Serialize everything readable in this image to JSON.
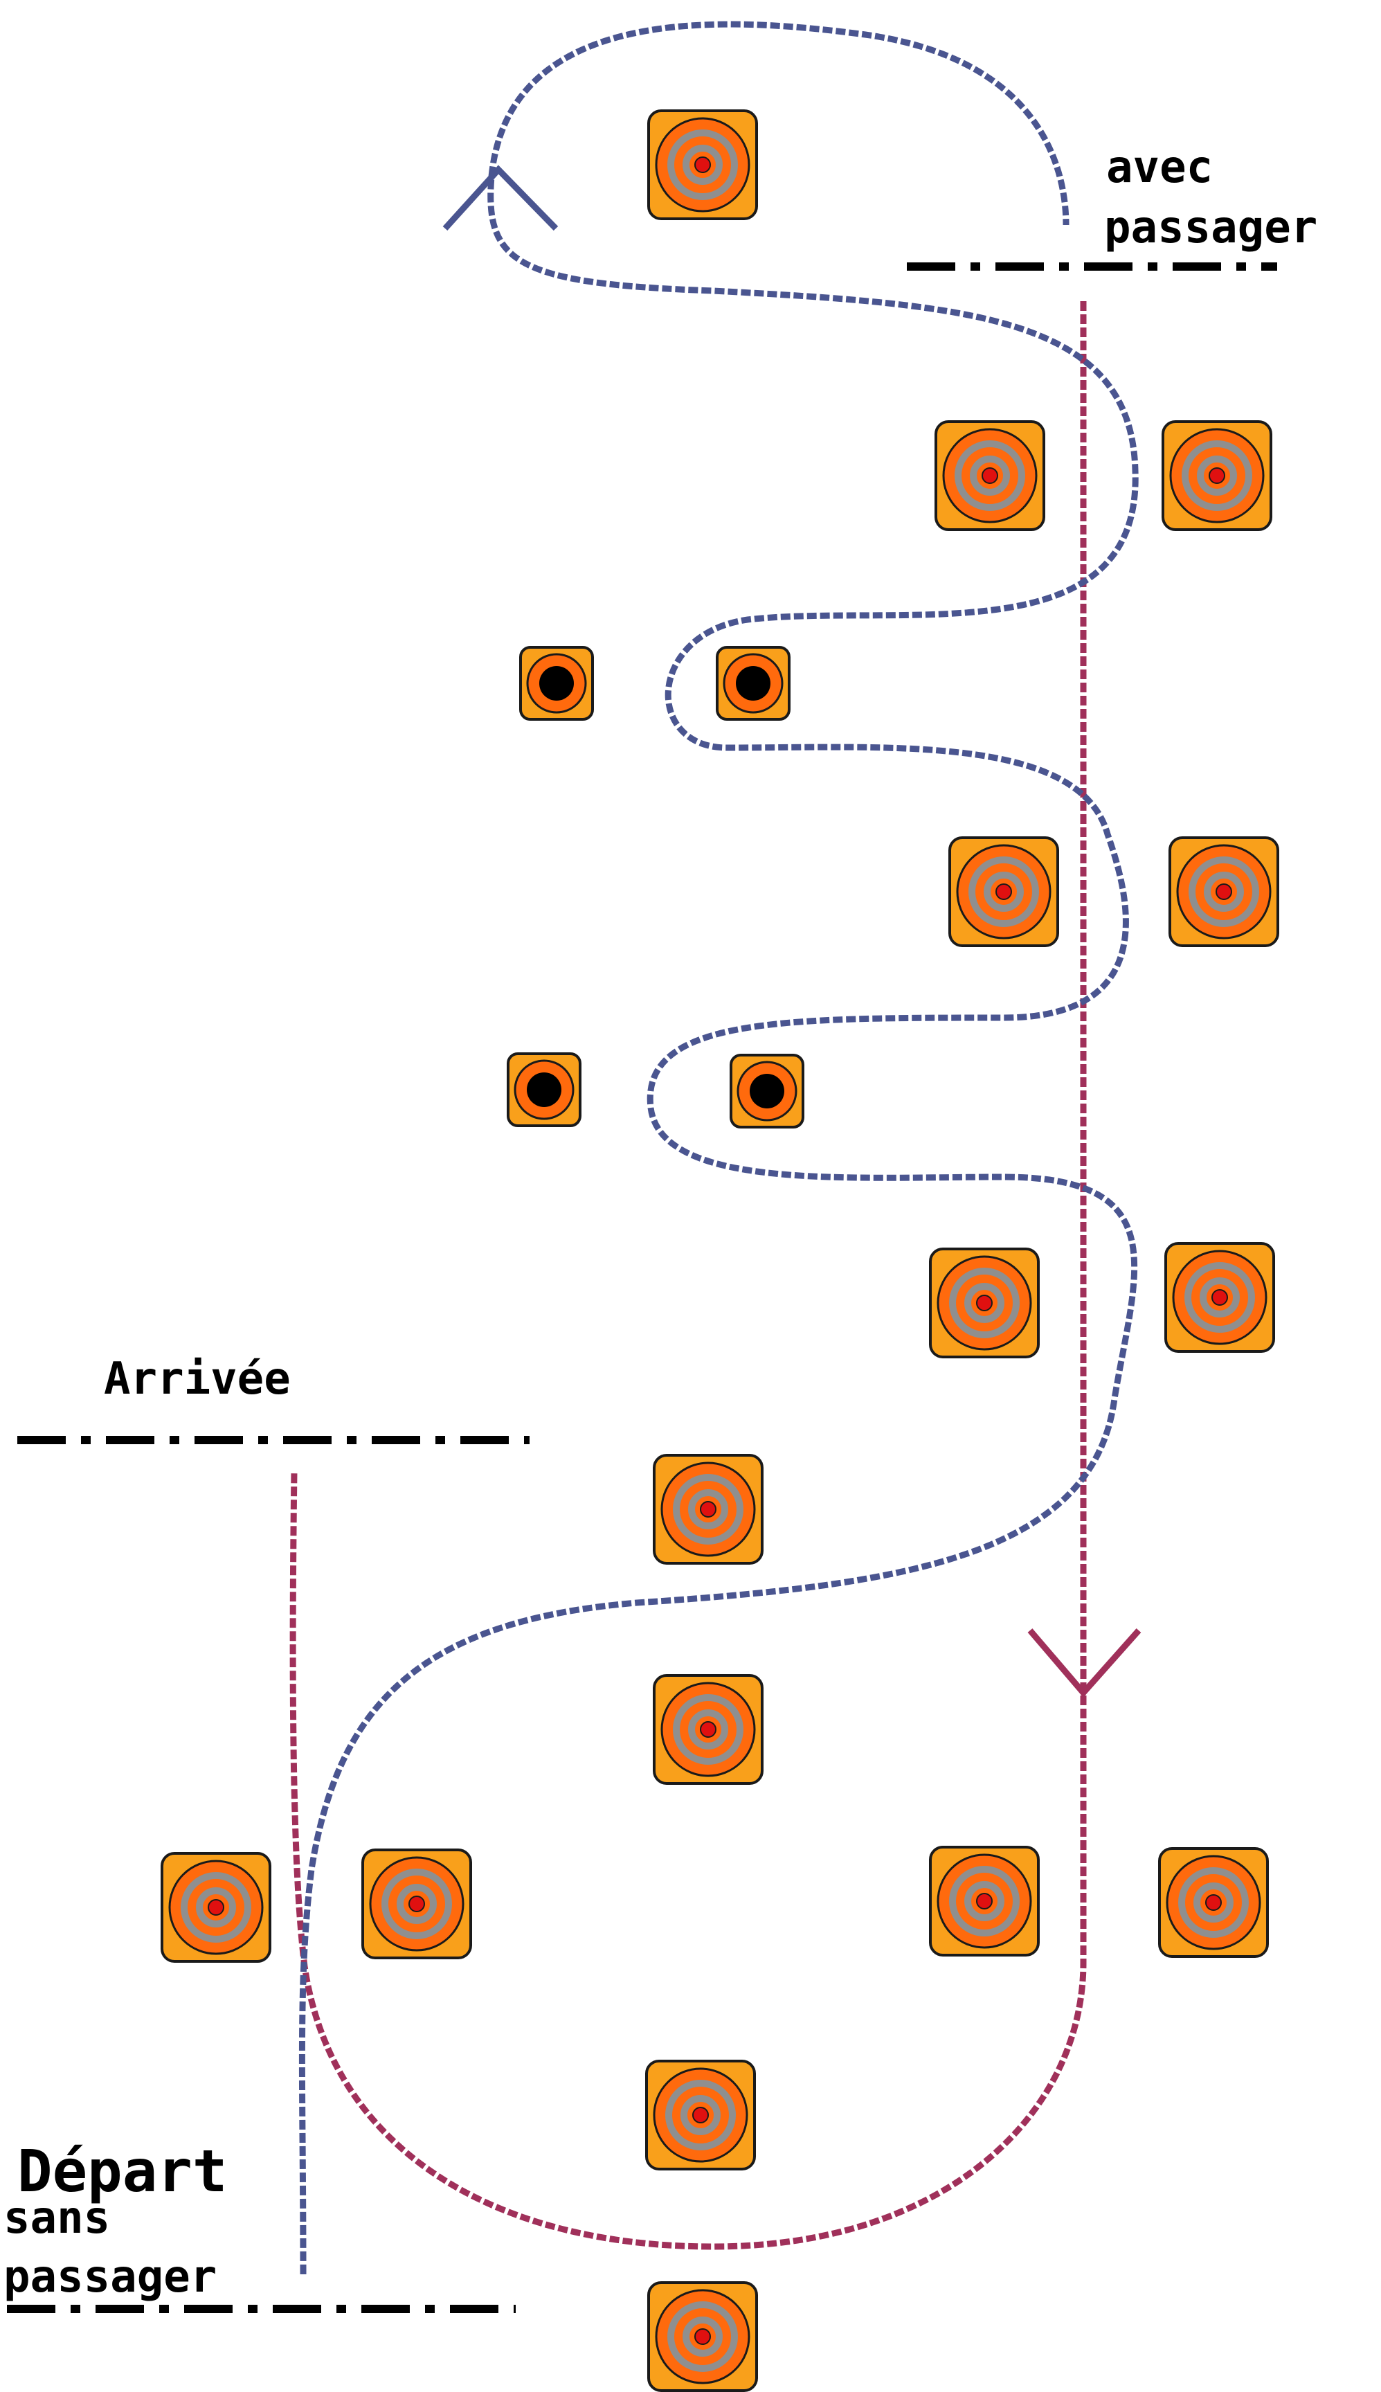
{
  "labels": {
    "with_passenger_line1": "avec",
    "with_passenger_line2": "passager",
    "arrival": "Arrivée",
    "start": "Départ",
    "without_passenger_line1": "sans",
    "without_passenger_line2": "passager"
  },
  "colors": {
    "background": "#ffffff",
    "route_with_passenger": "#a0305a",
    "route_without_passenger": "#4a5590",
    "cone_base": "#f9a01b",
    "cone_body": "#ff6a0d",
    "cone_ring": "#8f8f8f",
    "cone_center": "#e01010",
    "marker_center": "#000000",
    "line": "#000000"
  },
  "icons": {
    "cone": "traffic-cone-icon",
    "marker": "round-marker-icon"
  }
}
